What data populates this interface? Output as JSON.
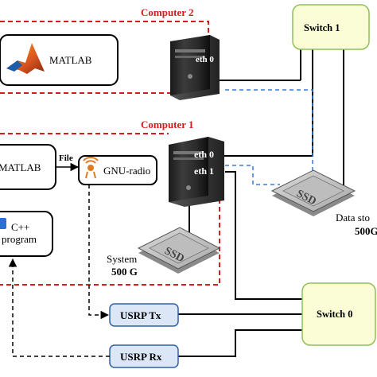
{
  "computer2": {
    "title": "Computer 2",
    "matlab_label": "MATLAB",
    "eth0": "eth 0"
  },
  "computer1": {
    "title": "Computer 1",
    "eth0": "eth 0",
    "eth1": "eth 1",
    "matlab_label": "MATLAB",
    "file_label": "File",
    "gnuradio_label": "GNU-radio",
    "cpp_line1": "C++",
    "cpp_line2": "program",
    "system_line1": "System",
    "system_line2": "500 G",
    "ssd_text": "SSD"
  },
  "switch1": {
    "label": "Switch 1"
  },
  "switch0": {
    "label": "Switch 0"
  },
  "storage": {
    "line1": "Data sto",
    "line2": "500G",
    "ssd_text": "SSD"
  },
  "usrp_tx": {
    "label": "USRP Tx"
  },
  "usrp_rx": {
    "label": "USRP Rx"
  },
  "colors": {
    "red_dashed": "#d41c1c",
    "blue_dashed": "#3a7bd5",
    "switch_fill": "#fbfdd6",
    "switch_border": "#8fbf5a",
    "usrp_fill": "#dbe7f7",
    "usrp_border": "#2f5fa8"
  }
}
